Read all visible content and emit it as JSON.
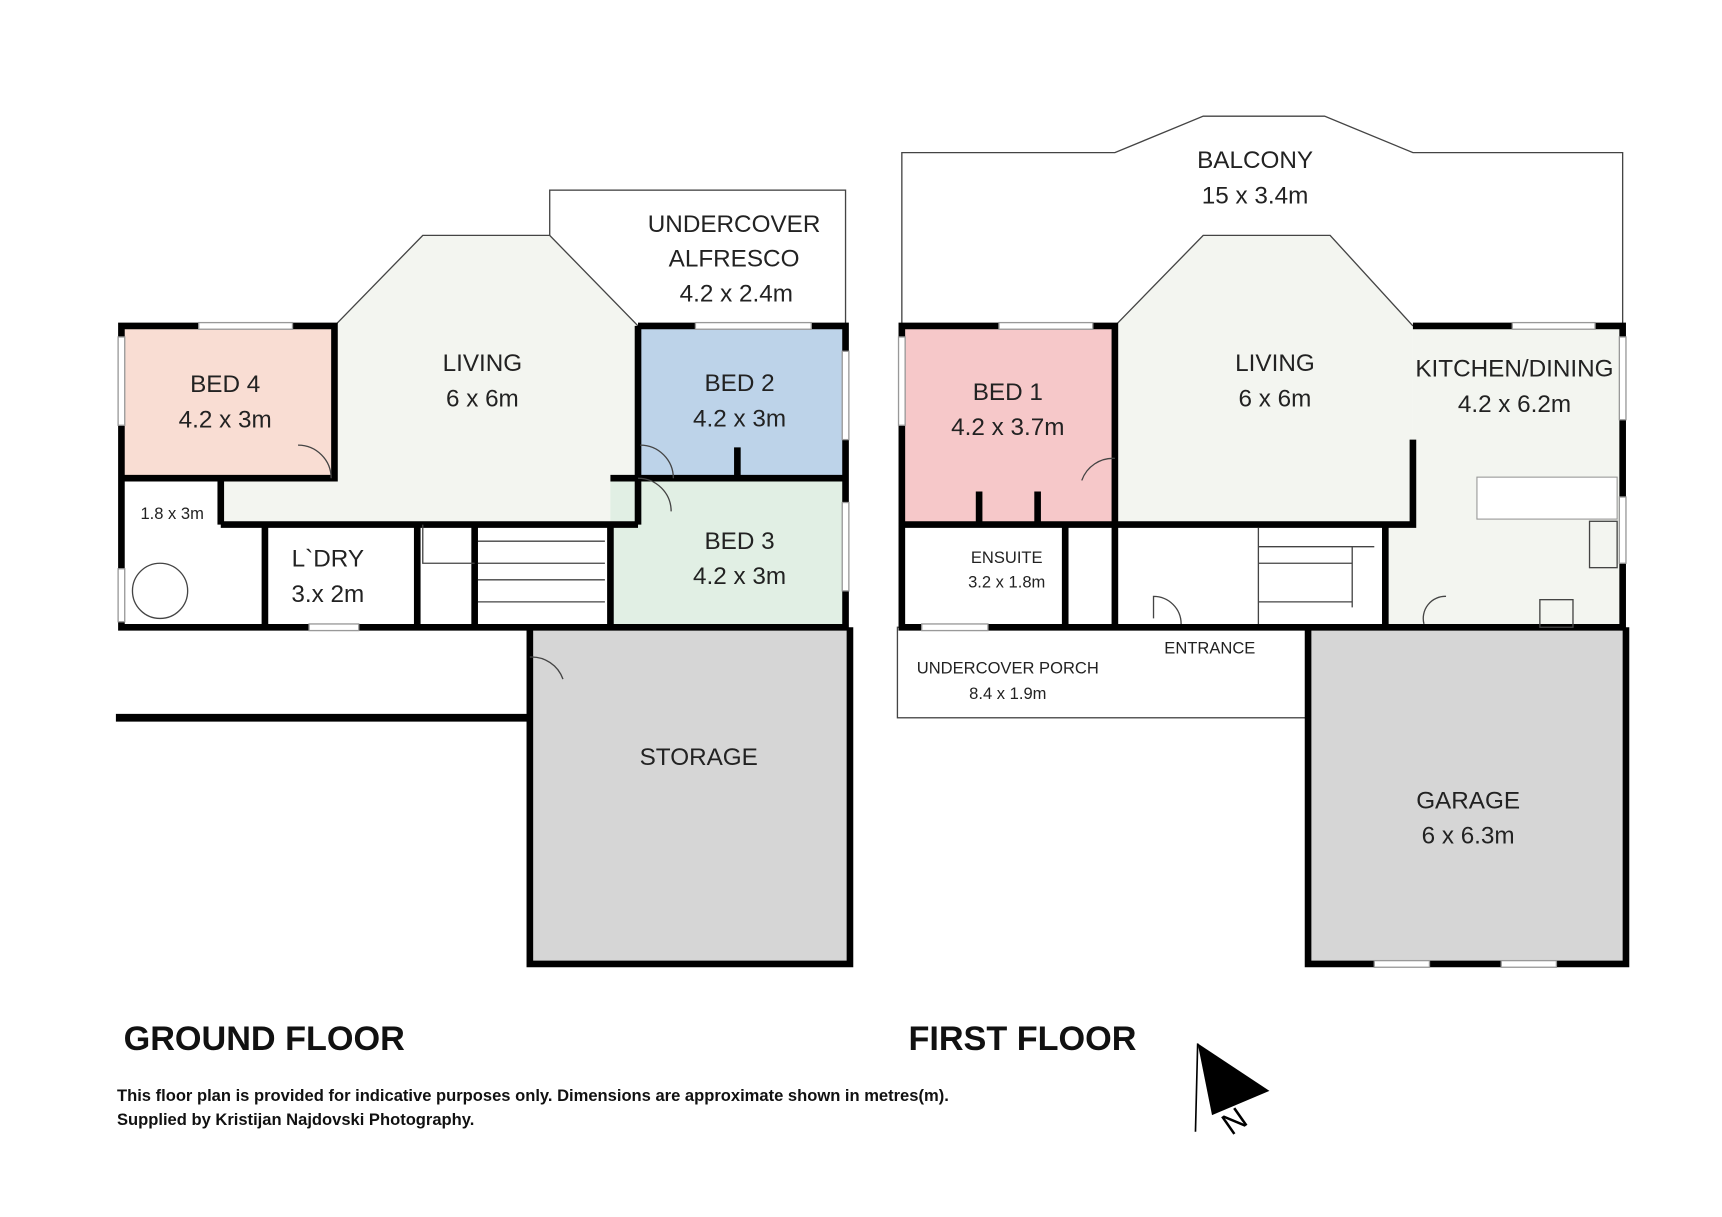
{
  "ground_floor": {
    "title": "GROUND FLOOR",
    "rooms": [
      {
        "name": "BED 4",
        "size": "4.2 x 3m",
        "color": "#f9ddd3"
      },
      {
        "name": "LIVING",
        "size": "6 x 6m",
        "color": "#f3f5f0"
      },
      {
        "name": "BED 2",
        "size": "4.2 x 3m",
        "color": "#bdd3e9"
      },
      {
        "name": "BED 3",
        "size": "4.2 x 3m",
        "color": "#e1efe4"
      },
      {
        "name": "UNDERCOVER",
        "name2": "ALFRESCO",
        "size": "4.2 x 2.4m"
      },
      {
        "name": "",
        "size": "1.8 x 3m"
      },
      {
        "name": "L`DRY",
        "size": "3.x 2m"
      },
      {
        "name": "STORAGE",
        "size": "",
        "color": "#d6d6d6"
      }
    ]
  },
  "first_floor": {
    "title": "FIRST FLOOR",
    "rooms": [
      {
        "name": "BALCONY",
        "size": "15 x 3.4m"
      },
      {
        "name": "BED 1",
        "size": "4.2 x 3.7m",
        "color": "#f6c8c9"
      },
      {
        "name": "LIVING",
        "size": "6 x 6m",
        "color": "#f3f5f0"
      },
      {
        "name": "KITCHEN/DINING",
        "size": "4.2 x 6.2m",
        "color": "#f3f5f0"
      },
      {
        "name": "ENSUITE",
        "size": "3.2 x 1.8m"
      },
      {
        "name": "ENTRANCE",
        "size": ""
      },
      {
        "name": "UNDERCOVER PORCH",
        "size": "8.4 x 1.9m"
      },
      {
        "name": "GARAGE",
        "size": "6 x 6.3m",
        "color": "#d6d6d6"
      }
    ]
  },
  "compass": {
    "label": "N"
  },
  "disclaimer": {
    "line1": "This floor plan is provided for indicative purposes only. Dimensions are approximate shown in metres(m).",
    "line2": "Supplied by Kristijan Najdovski Photography."
  }
}
